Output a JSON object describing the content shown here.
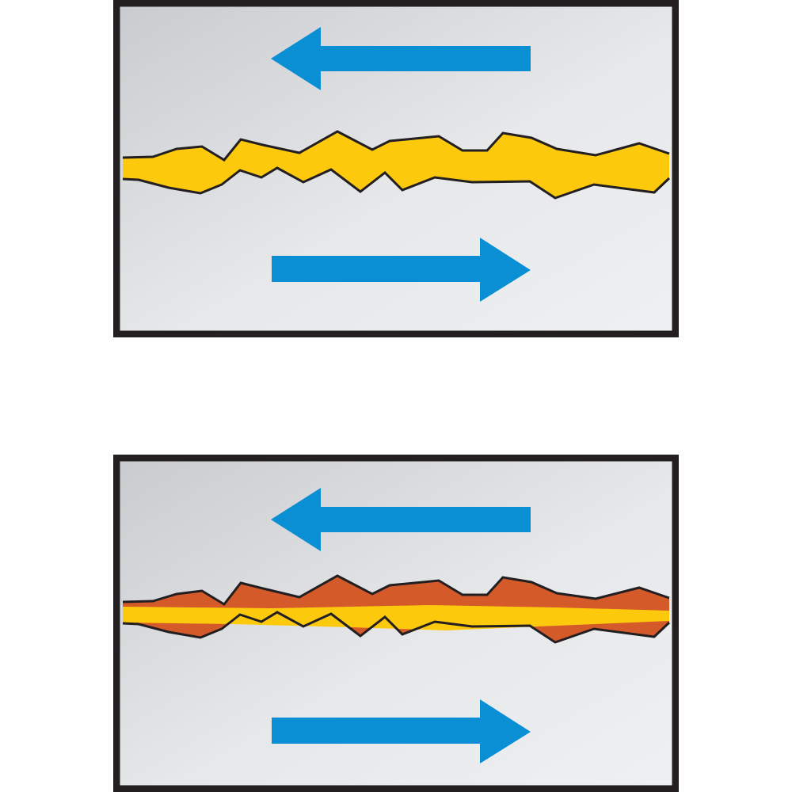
{
  "colors": {
    "frame": "#231f20",
    "background_light": "#eceef0",
    "background_dark": "#c8cacd",
    "arrow": "#0a8fd4",
    "lubricant": "#fdc90c",
    "asperity_contact": "#d45a2a",
    "crack_outline": "#231f20"
  },
  "panels": [
    {
      "name": "top",
      "arrows": {
        "upper_direction": "left",
        "lower_direction": "right"
      },
      "layers": [
        "lubricant"
      ]
    },
    {
      "name": "bottom",
      "arrows": {
        "upper_direction": "left",
        "lower_direction": "right"
      },
      "layers": [
        "asperity_contact",
        "lubricant"
      ]
    }
  ],
  "icons": [
    "arrow-left-icon",
    "arrow-right-icon"
  ]
}
